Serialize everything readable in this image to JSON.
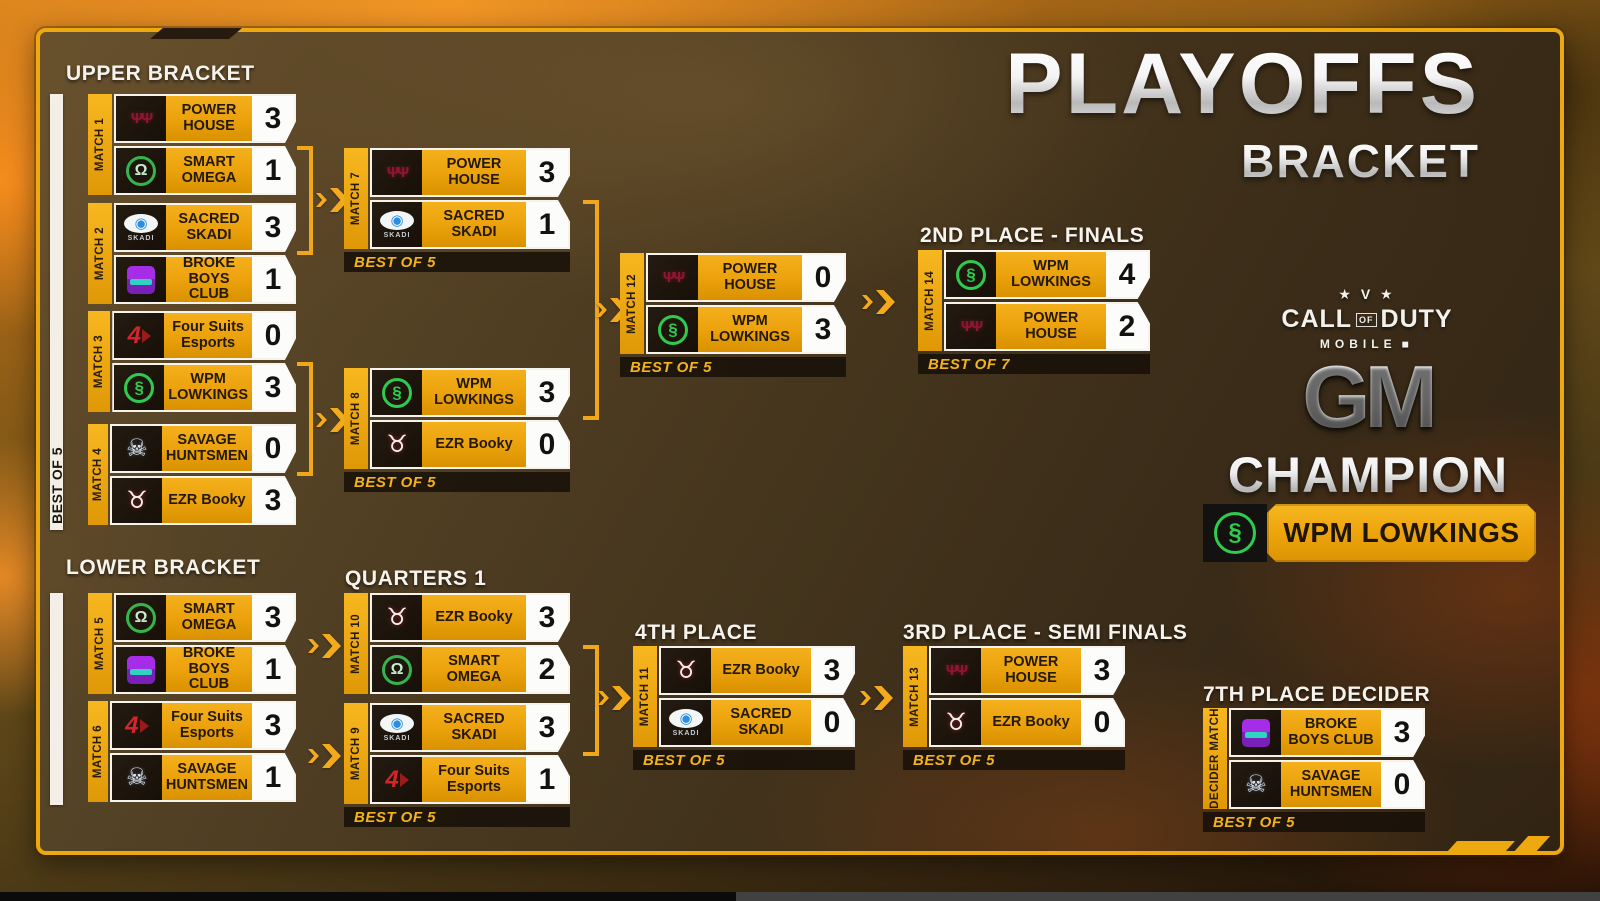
{
  "title": {
    "line1": "PLAYOFFS",
    "line2": "BRACKET"
  },
  "headings": {
    "upper": "UPPER BRACKET",
    "lower": "LOWER BRACKET",
    "quarters": "QUARTERS 1",
    "fourth": "4TH PLACE",
    "third": "3RD PLACE - SEMI FINALS",
    "second": "2ND PLACE - FINALS",
    "seventh": "7TH PLACE DECIDER",
    "champion": "CHAMPION"
  },
  "sidebar": {
    "upper_label": "BEST OF 5"
  },
  "cod_logo": {
    "stars": "★ V ★",
    "call": "CALL",
    "of": "OF",
    "duty": "DUTY",
    "mobile": "MOBILE",
    "mobile_mark": "◼",
    "gm": "GM"
  },
  "champion": {
    "team": "WPM LOWKINGS",
    "glyph": "§"
  },
  "colors": {
    "gold": "#F2A71B",
    "panel_brown": "#4A3920",
    "score_white": "#FCFCFA",
    "wpm_green": "#2ECB4E",
    "text_dark": "#241806"
  },
  "matches": {
    "m1": {
      "label": "MATCH 1",
      "teams": [
        {
          "name": "POWER HOUSE",
          "score": "3",
          "glyph": "ΨΨ"
        },
        {
          "name": "SMART OMEGA",
          "score": "1",
          "glyph": "Ω"
        }
      ]
    },
    "m2": {
      "label": "MATCH 2",
      "teams": [
        {
          "name": "SACRED SKADI",
          "score": "3",
          "glyph": "◉",
          "caption": "SKADI"
        },
        {
          "name": "BROKE BOYS CLUB",
          "score": "1",
          "glyph": ""
        }
      ]
    },
    "m3": {
      "label": "MATCH 3",
      "teams": [
        {
          "name": "Four Suits Esports",
          "score": "0",
          "glyph": "4"
        },
        {
          "name": "WPM LOWKINGS",
          "score": "3",
          "glyph": "§"
        }
      ]
    },
    "m4": {
      "label": "MATCH 4",
      "teams": [
        {
          "name": "SAVAGE HUNTSMEN",
          "score": "0",
          "glyph": "☠"
        },
        {
          "name": "EZR Booky",
          "score": "3",
          "glyph": "♉"
        }
      ]
    },
    "m5": {
      "label": "MATCH 5",
      "teams": [
        {
          "name": "SMART OMEGA",
          "score": "3",
          "glyph": "Ω"
        },
        {
          "name": "BROKE BOYS CLUB",
          "score": "1",
          "glyph": ""
        }
      ]
    },
    "m6": {
      "label": "MATCH 6",
      "teams": [
        {
          "name": "Four Suits Esports",
          "score": "3",
          "glyph": "4"
        },
        {
          "name": "SAVAGE HUNTSMEN",
          "score": "1",
          "glyph": "☠"
        }
      ]
    },
    "m7": {
      "label": "MATCH 7",
      "best_of": "BEST OF 5",
      "teams": [
        {
          "name": "POWER HOUSE",
          "score": "3",
          "glyph": "ΨΨ"
        },
        {
          "name": "SACRED SKADI",
          "score": "1",
          "glyph": "◉",
          "caption": "SKADI"
        }
      ]
    },
    "m8": {
      "label": "MATCH 8",
      "best_of": "BEST OF 5",
      "teams": [
        {
          "name": "WPM LOWKINGS",
          "score": "3",
          "glyph": "§"
        },
        {
          "name": "EZR Booky",
          "score": "0",
          "glyph": "♉"
        }
      ]
    },
    "m9": {
      "label": "MATCH 9",
      "best_of": "BEST OF 5",
      "teams": [
        {
          "name": "SACRED SKADI",
          "score": "3",
          "glyph": "◉",
          "caption": "SKADI"
        },
        {
          "name": "Four Suits Esports",
          "score": "1",
          "glyph": "4"
        }
      ]
    },
    "m10": {
      "label": "MATCH 10",
      "teams": [
        {
          "name": "EZR Booky",
          "score": "3",
          "glyph": "♉"
        },
        {
          "name": "SMART OMEGA",
          "score": "2",
          "glyph": "Ω"
        }
      ]
    },
    "m11": {
      "label": "MATCH 11",
      "best_of": "BEST OF 5",
      "teams": [
        {
          "name": "EZR Booky",
          "score": "3",
          "glyph": "♉"
        },
        {
          "name": "SACRED SKADI",
          "score": "0",
          "glyph": "◉",
          "caption": "SKADI"
        }
      ]
    },
    "m12": {
      "label": "MATCH 12",
      "best_of": "BEST OF 5",
      "teams": [
        {
          "name": "POWER HOUSE",
          "score": "0",
          "glyph": "ΨΨ"
        },
        {
          "name": "WPM LOWKINGS",
          "score": "3",
          "glyph": "§"
        }
      ]
    },
    "m13": {
      "label": "MATCH 13",
      "best_of": "BEST OF 5",
      "teams": [
        {
          "name": "POWER HOUSE",
          "score": "3",
          "glyph": "ΨΨ"
        },
        {
          "name": "EZR Booky",
          "score": "0",
          "glyph": "♉"
        }
      ]
    },
    "m14": {
      "label": "MATCH 14",
      "best_of": "BEST OF 7",
      "teams": [
        {
          "name": "WPM LOWKINGS",
          "score": "4",
          "glyph": "§"
        },
        {
          "name": "POWER HOUSE",
          "score": "2",
          "glyph": "ΨΨ"
        }
      ]
    },
    "m15": {
      "label": "DECIDER MATCH",
      "best_of": "BEST OF 5",
      "teams": [
        {
          "name": "BROKE BOYS CLUB",
          "score": "3",
          "glyph": ""
        },
        {
          "name": "SAVAGE HUNTSMEN",
          "score": "0",
          "glyph": "☠"
        }
      ]
    }
  }
}
